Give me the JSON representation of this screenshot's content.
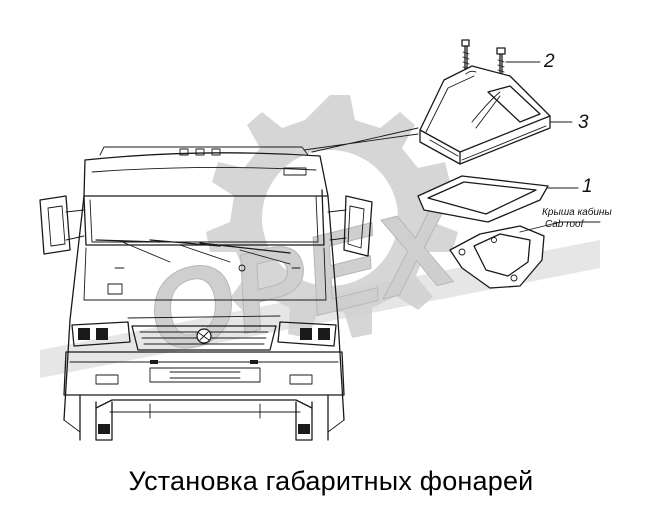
{
  "callouts": {
    "part_1": "1",
    "part_2": "2",
    "part_3": "3"
  },
  "roof_note": {
    "line_ru": "Крыша кабины",
    "line_en": "Cab roof"
  },
  "caption": "Установка габаритных фонарей",
  "watermark": {
    "text": "OPEX",
    "color": "#d2d2d2"
  }
}
